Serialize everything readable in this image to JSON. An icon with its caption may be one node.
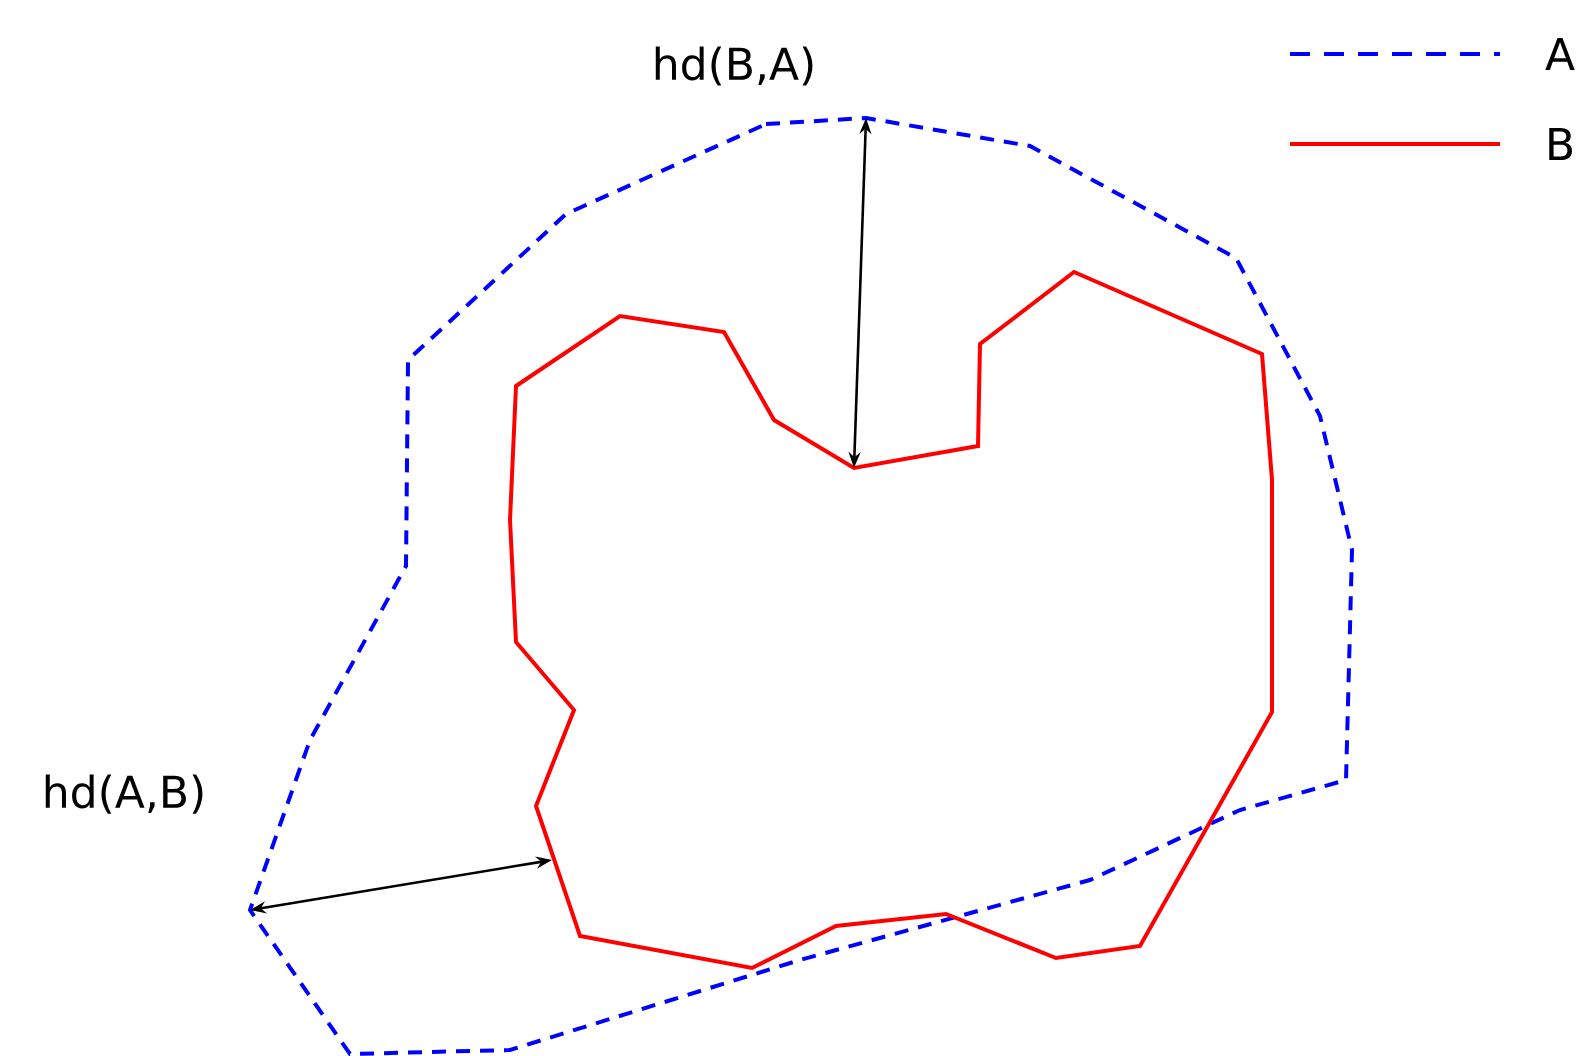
{
  "diagram": {
    "labels": [
      "hd(B,A)",
      "hd(A,B)"
    ],
    "legend": [
      {
        "text": "A"
      },
      {
        "text": "B"
      }
    ]
  }
}
